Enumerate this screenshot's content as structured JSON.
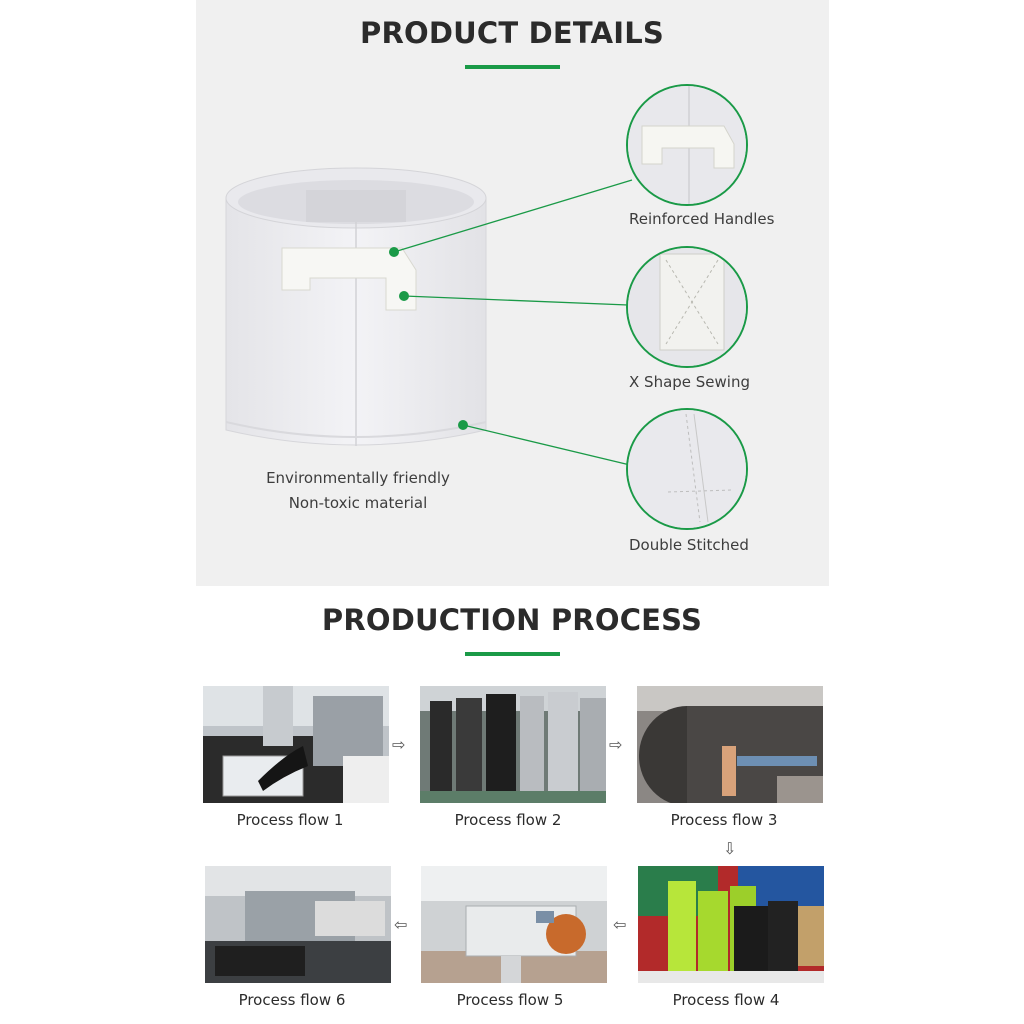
{
  "product_details": {
    "title": "PRODUCT DETAILS",
    "material_line1": "Environmentally friendly",
    "material_line2": "Non-toxic material",
    "callouts": [
      {
        "label": "Reinforced Handles",
        "icon": "handle-closeup"
      },
      {
        "label": "X Shape Sewing",
        "icon": "x-stitch-closeup"
      },
      {
        "label": "Double Stitched",
        "icon": "seam-closeup"
      }
    ]
  },
  "production_process": {
    "title": "PRODUCTION PROCESS",
    "steps": [
      {
        "label": "Process flow 1"
      },
      {
        "label": "Process flow 2"
      },
      {
        "label": "Process flow 3"
      },
      {
        "label": "Process flow 4"
      },
      {
        "label": "Process flow 5"
      },
      {
        "label": "Process flow 6"
      }
    ]
  },
  "colors": {
    "accent_green": "#1a9a47",
    "panel_bg": "#f0f0f0"
  }
}
